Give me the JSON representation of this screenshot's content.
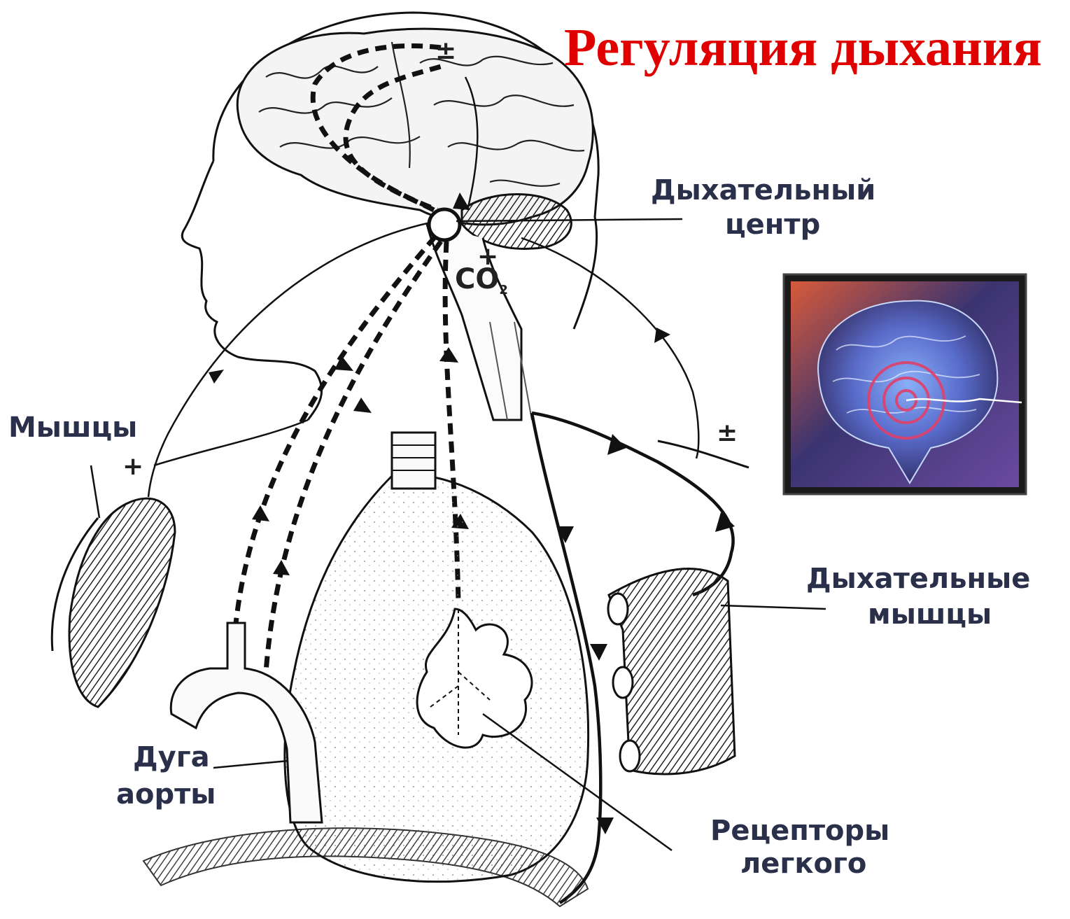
{
  "title": "Регуляция дыхания",
  "colors": {
    "title": "#e00000",
    "ink": "#111111",
    "label": "#2a2f4a"
  },
  "labels": {
    "center_line1": "Дыхательный",
    "center_line2": "центр",
    "muscles": "Мышцы",
    "resp_muscles_line1": "Дыхательные",
    "resp_muscles_line2": "мышцы",
    "aorta_line1": "Дуга",
    "aorta_line2": "аорты",
    "lung_receptors_line1": "Рецепторы",
    "lung_receptors_line2": "легкого"
  },
  "signs": {
    "brain_top": "±",
    "co2_plus": "+",
    "muscles_plus": "+",
    "resp_muscles": "±"
  },
  "co2": {
    "main": "CO",
    "sub": "2"
  },
  "inset": {
    "icon": "brain-illustration",
    "colors": [
      "#d85a3a",
      "#5a86d0",
      "#3a3a7a",
      "#e0406a"
    ]
  }
}
